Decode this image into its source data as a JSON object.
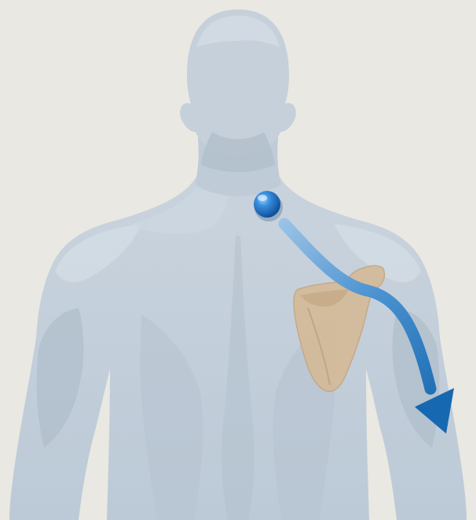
{
  "diagram": {
    "subject": "upper-body-back-view",
    "colors": {
      "background": "#e9e8e2",
      "body": "#c3ced9",
      "body_highlight": "#d4dde6",
      "body_shadow": "#a9b7c5",
      "scapula": "#d2b999",
      "scapula_shadow": "#bfa27e",
      "arrow": "#1e72b8",
      "arrow_light": "#7fb1dc",
      "marker": "#2b7fd0"
    },
    "elements": {
      "origin_marker": "sphere-marker",
      "path": "curved-arrow",
      "bone": "scapula"
    }
  }
}
